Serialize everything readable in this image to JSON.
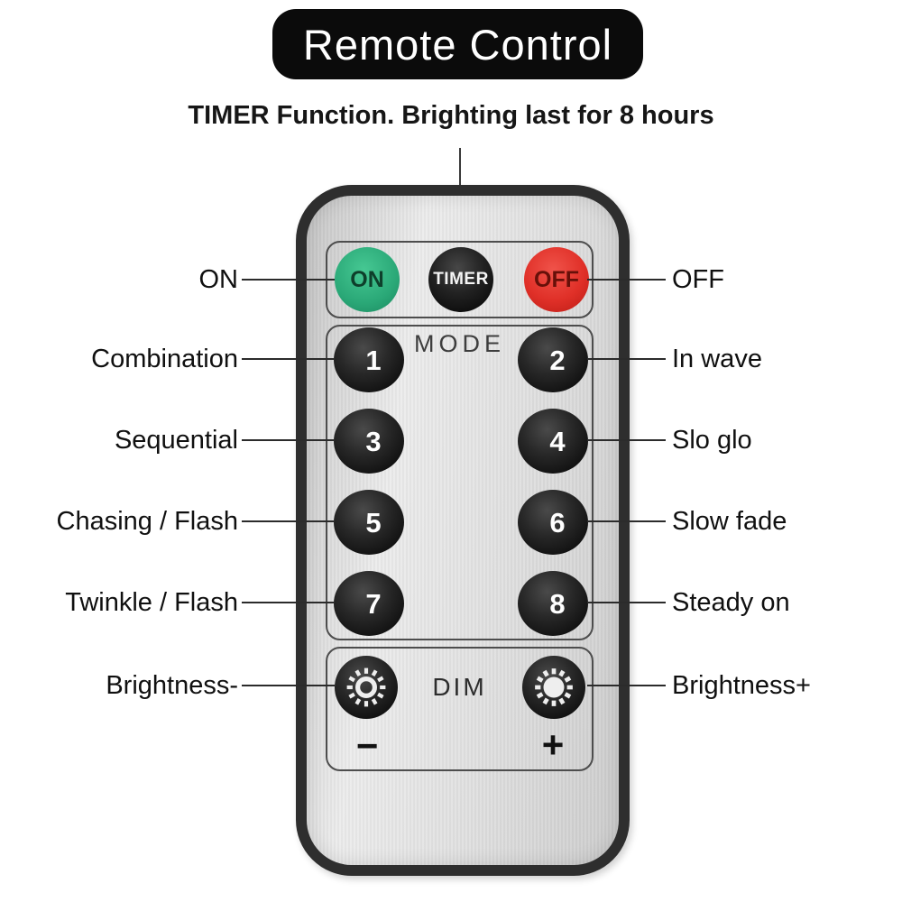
{
  "title": "Remote Control",
  "subtitle": "TIMER Function. Brighting last for 8 hours",
  "remote": {
    "power": {
      "on_label": "ON",
      "timer_label": "TIMER",
      "off_label": "OFF"
    },
    "mode": {
      "section_label": "MODE",
      "buttons": [
        "1",
        "2",
        "3",
        "4",
        "5",
        "6",
        "7",
        "8"
      ]
    },
    "dim": {
      "section_label": "DIM",
      "minus_symbol": "−",
      "plus_symbol": "+",
      "decrease_icon": "sun-outline-icon",
      "increase_icon": "sun-filled-icon"
    }
  },
  "annotations": {
    "left": [
      "ON",
      "Combination",
      "Sequential",
      "Chasing / Flash",
      "Twinkle / Flash",
      "Brightness-"
    ],
    "right": [
      "OFF",
      "In wave",
      "Slo glo",
      "Slow fade",
      "Steady on",
      "Brightness+"
    ]
  },
  "colors": {
    "on_button_green": "#2fb584",
    "off_button_red": "#e23530",
    "timer_mode_button_black": "#1c1c1c",
    "remote_body_silver": "#dedede",
    "remote_border": "#2e2e2e",
    "banner_black": "#0b0b0b"
  }
}
